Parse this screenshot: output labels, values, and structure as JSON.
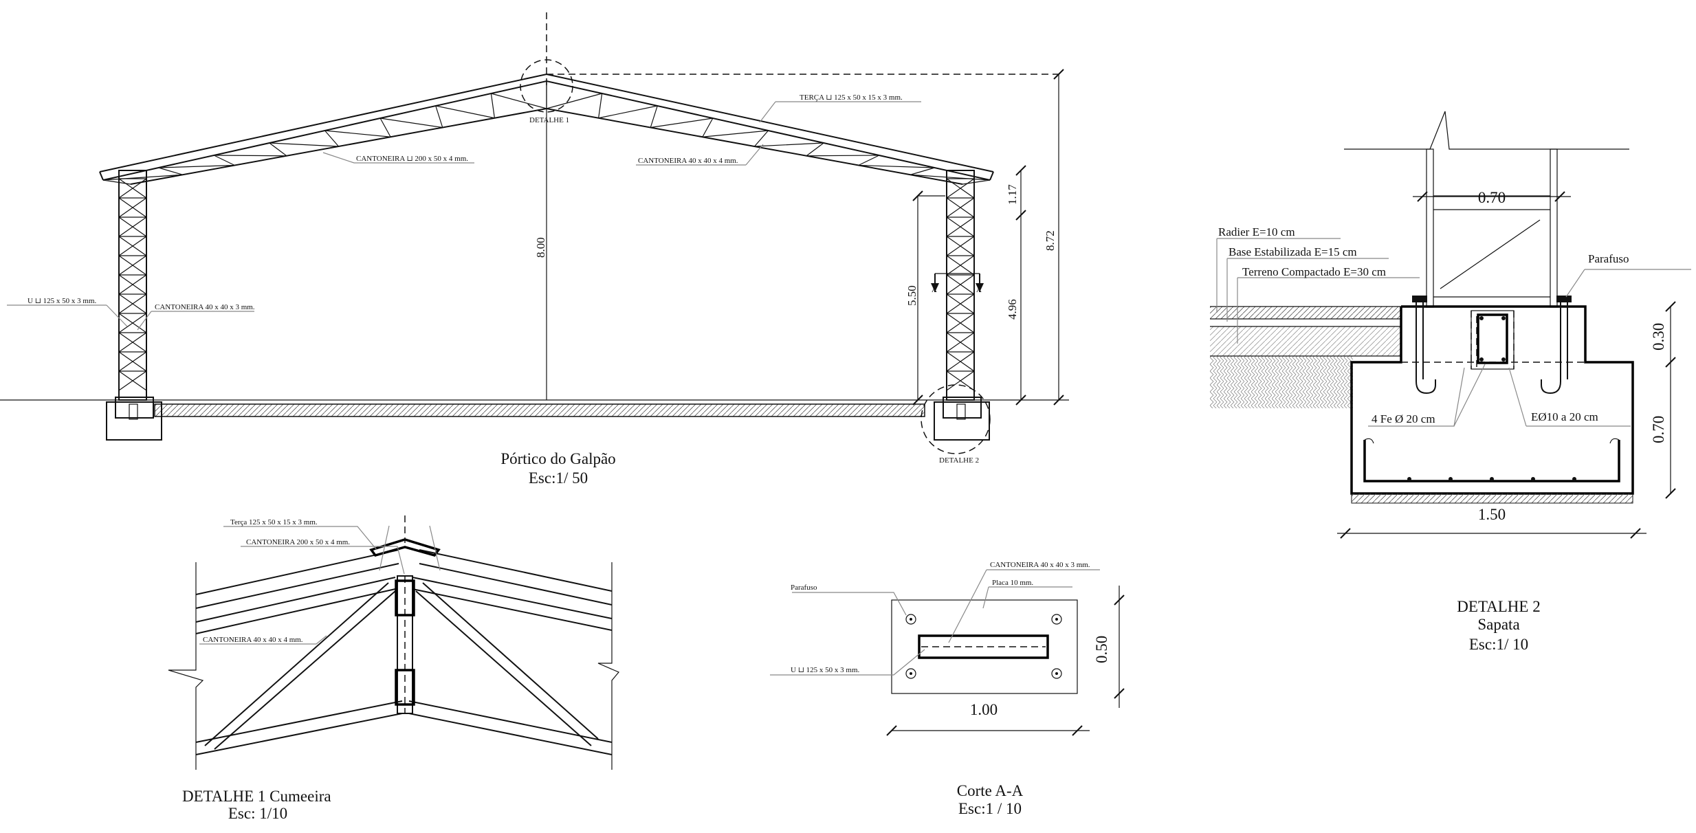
{
  "portico": {
    "title": "Pórtico do Galpão",
    "scale": "Esc:1/ 50",
    "labels": {
      "terca": "TERÇA  ⊔ 125 x 50 x 15 x 3  mm.",
      "cant_200": "CANTONEIRA ⊔ 200 x 50 x 4 mm.",
      "cant_40_4": "CANTONEIRA 40 x 40 x  4  mm.",
      "u_125": "U  ⊔ 125 x 50 x 3  mm.",
      "cant_40_3": "CANTONEIRA  40 x 40 x 3 mm.",
      "detalhe1": "DETALHE 1",
      "detalhe2": "DETALHE 2",
      "section_mark": "A"
    },
    "dims": {
      "h_total": "8.72",
      "h_ridge": "8.00",
      "h_col": "5.50",
      "h_upper": "1.17",
      "h_lower": "4.96"
    }
  },
  "detalhe1": {
    "title": "DETALHE 1   Cumeeira",
    "scale": "Esc: 1/10",
    "labels": {
      "terca": "Terça  125 x 50 x 15 x 3 mm.",
      "cant_200": "CANTONEIRA  200 x 50 x 4 mm.",
      "cant_40": "CANTONEIRA  40 x 40 x 4 mm."
    }
  },
  "corte": {
    "title": "Corte A-A",
    "scale": "Esc:1 / 10",
    "labels": {
      "parafuso": "Parafuso",
      "cant": "CANTONEIRA  40 x 40 x 3 mm.",
      "placa": "Placa  10 mm.",
      "u": "U  ⊔ 125 x 50 x 3  mm."
    },
    "dims": {
      "w": "1.00",
      "h": "0.50"
    }
  },
  "detalhe2": {
    "title": "DETALHE 2",
    "subtitle": "Sapata",
    "scale": "Esc:1/ 10",
    "labels": {
      "radier": "Radier  E=10 cm",
      "base": "Base Estabilizada  E=15 cm",
      "terreno": "Terreno Compactado  E=30 cm",
      "parafuso": "Parafuso",
      "ferros": "4 Fe Ø 20 cm",
      "estribo": "EØ10  a 20 cm"
    },
    "dims": {
      "col": "0.70",
      "h1": "0.30",
      "h2": "0.70",
      "w": "1.50"
    }
  },
  "colors": {
    "line": "#111111",
    "background": "#ffffff"
  }
}
